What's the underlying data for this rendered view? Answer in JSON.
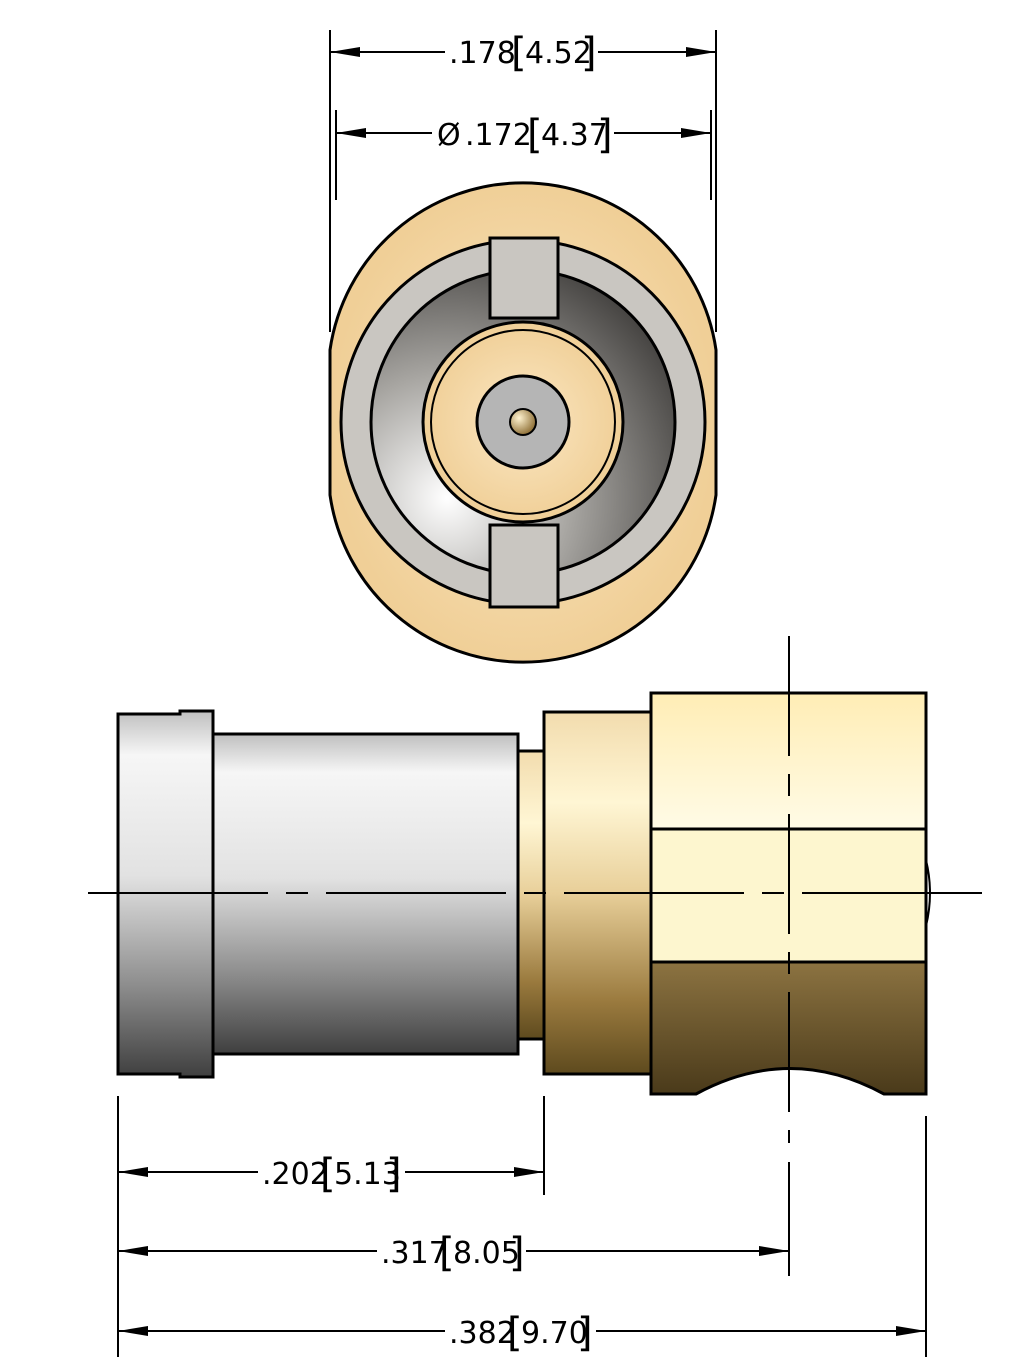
{
  "dimensions": {
    "top_width": {
      "inch": ".178",
      "mm": "4.52"
    },
    "top_diameter": {
      "symbol": "Ø",
      "inch": ".172",
      "mm": "4.37"
    },
    "len_202": {
      "inch": ".202",
      "mm": "5.13"
    },
    "len_317": {
      "inch": ".317",
      "mm": "8.05"
    },
    "len_382": {
      "inch": ".382",
      "mm": "9.70"
    }
  },
  "colors": {
    "gold_light": "#fdf3c6",
    "gold_mid": "#e9c98a",
    "gold_dark": "#6b5423",
    "silver_light": "#f4f4f4",
    "silver_dark": "#4a4a4a",
    "line": "#000000"
  }
}
